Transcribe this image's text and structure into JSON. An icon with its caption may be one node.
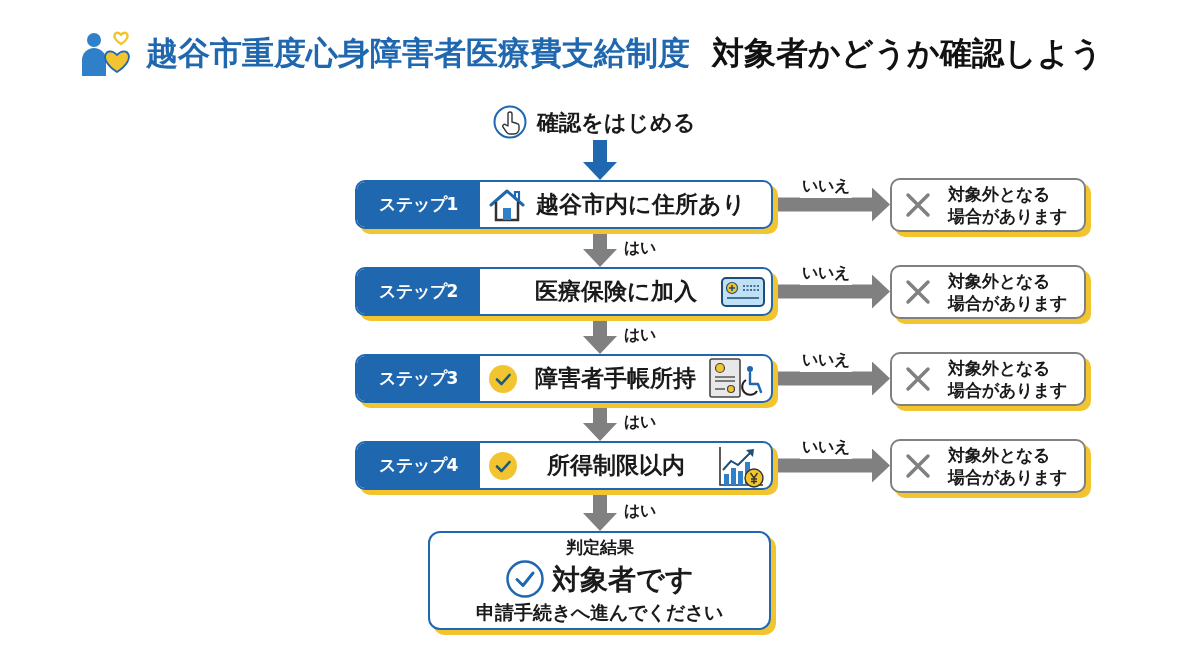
{
  "diagram": {
    "title": "越谷市重度心身障害者医療費支給制度",
    "nodes": [
      {
        "text": [
          "確認をはじめる"
        ]
      },
      {
        "text": [
          "ステップ1",
          "越谷市内に住所あり"
        ]
      },
      {
        "text": [
          "対象外となる場合があります"
        ]
      },
      {
        "text": [
          "ステップ2",
          "医療保険に加入"
        ]
      },
      {
        "text": [
          "対象外となる場合があります"
        ]
      },
      {
        "text": [
          "ステップ3",
          "障害者手帳所持"
        ]
      },
      {
        "text": [
          "対象外となる場合があります"
        ]
      },
      {
        "text": [
          "ステップ4",
          "所得制限以内"
        ]
      },
      {
        "text": [
          "対象外となる場合があります"
        ]
      },
      {
        "text": [
          "判定結果",
          "対象者です",
          "申請手続きへ進んでください"
        ]
      }
    ],
    "edges": [
      {
        "from": 0,
        "to": 1,
        "arrow": "to",
        "color": "#1f68b0"
      },
      {
        "from": 1,
        "to": 2,
        "arrow": "to",
        "label": "いいえ"
      },
      {
        "from": 1,
        "to": 3,
        "arrow": "to",
        "label": "はい"
      },
      {
        "from": 3,
        "to": 4,
        "arrow": "to",
        "label": "いいえ"
      },
      {
        "from": 3,
        "to": 5,
        "arrow": "to",
        "label": "はい"
      },
      {
        "from": 5,
        "to": 6,
        "arrow": "to",
        "label": "いいえ"
      },
      {
        "from": 5,
        "to": 7,
        "arrow": "to",
        "label": "はい"
      },
      {
        "from": 7,
        "to": 8,
        "arrow": "to",
        "label": "いいえ"
      },
      {
        "from": 7,
        "to": 9,
        "arrow": "to",
        "label": "はい"
      }
    ],
    "labels": [
      "対象者かどうか確認しよう"
    ]
  }
}
